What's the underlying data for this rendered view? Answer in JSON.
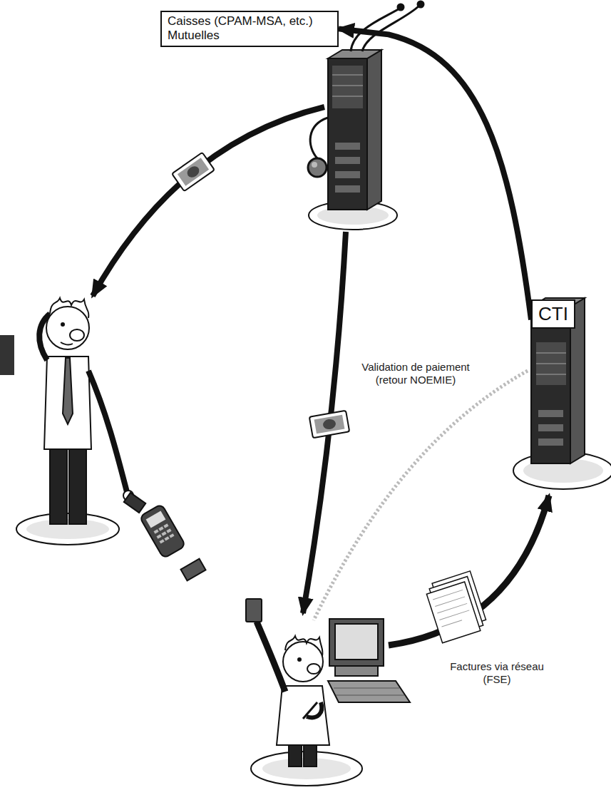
{
  "diagram": {
    "nodes": [
      {
        "text": [
          "Caisses (CPAM-MSA, etc.) Mutuelles"
        ]
      },
      {
        "text": [
          "CTI"
        ]
      }
    ],
    "edges": [
      {
        "from": 1,
        "to": 0,
        "arrow": "to"
      }
    ],
    "labels": [
      "Validation de paiement (retour NOEMIE)",
      "Factures via réseau (FSE)"
    ]
  }
}
